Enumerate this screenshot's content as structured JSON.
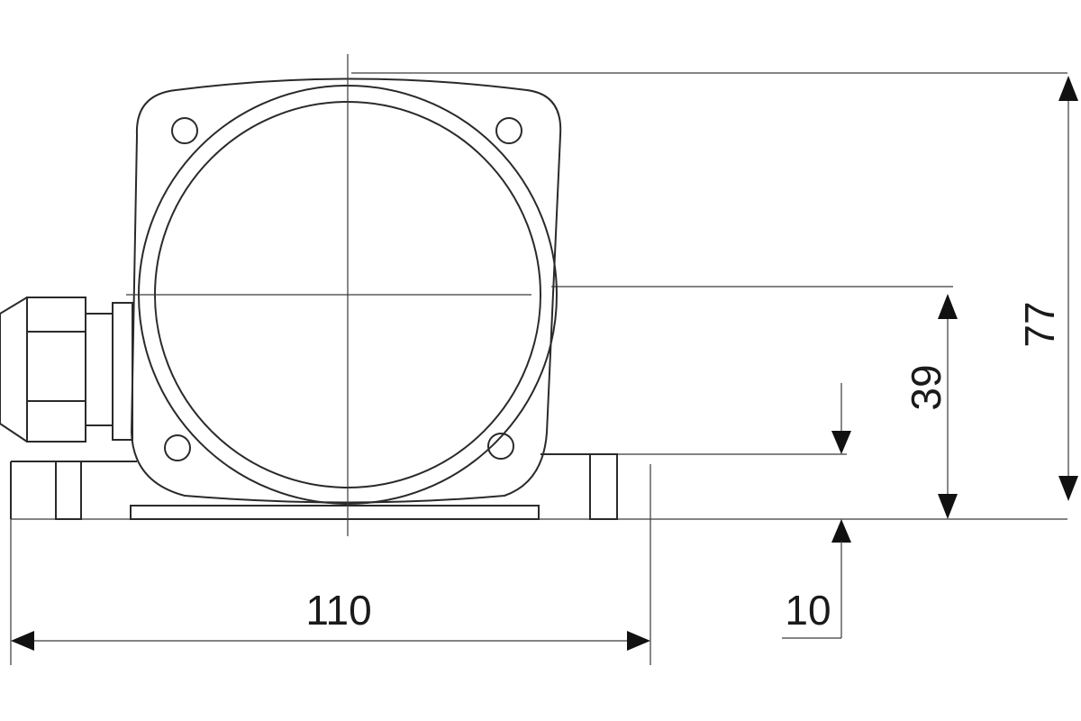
{
  "drawing": {
    "dimensions": {
      "width_label": "110",
      "base_height_label": "10",
      "axis_height_label": "39",
      "total_height_label": "77"
    },
    "colors": {
      "line": "#2a2a2a",
      "text": "#1a1a1a",
      "background": "#ffffff"
    }
  }
}
